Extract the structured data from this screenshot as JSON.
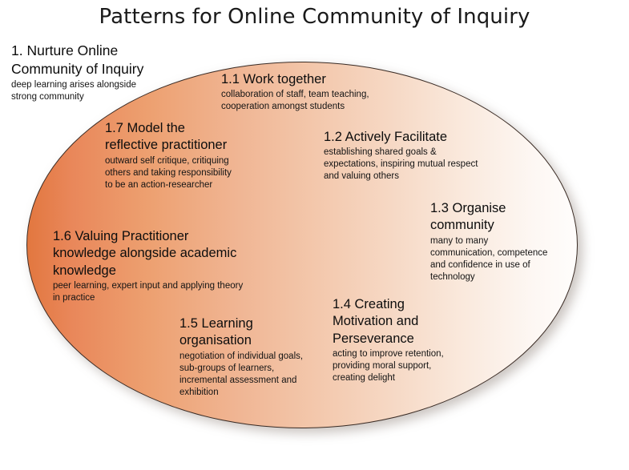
{
  "page": {
    "title": "Patterns for Online Community of Inquiry",
    "background_color": "#ffffff"
  },
  "diagram": {
    "shape": "ellipse",
    "border_color": "#3a2b24",
    "gradient_from": "#e2773f",
    "gradient_to": "#fffdfc",
    "caption": {
      "title": "1. Nurture Online\nCommunity of Inquiry",
      "description": "deep learning arises alongside\nstrong community"
    },
    "patterns": [
      {
        "id": "1.1",
        "title": "1.1 Work together",
        "description": "collaboration of staff, team teaching,\ncooperation amongst students"
      },
      {
        "id": "1.2",
        "title": "1.2 Actively Facilitate",
        "description": "establishing shared goals &\nexpectations, inspiring mutual respect\nand valuing others"
      },
      {
        "id": "1.3",
        "title": "1.3 Organise\ncommunity",
        "description": "many to many\ncommunication, competence\nand confidence in use of\ntechnology"
      },
      {
        "id": "1.4",
        "title": "1.4 Creating\nMotivation and\nPerseverance",
        "description": "acting to improve retention,\nproviding moral support,\ncreating delight"
      },
      {
        "id": "1.5",
        "title": "1.5 Learning\norganisation",
        "description": "negotiation of individual goals,\nsub-groups of learners,\nincremental assessment and\nexhibition"
      },
      {
        "id": "1.6",
        "title": "1.6 Valuing Practitioner\nknowledge alongside academic\nknowledge",
        "description": "peer learning, expert input and applying theory\nin practice"
      },
      {
        "id": "1.7",
        "title": "1.7 Model the\nreflective practitioner",
        "description": "outward self critique, critiquing\nothers and taking responsibility\nto be an action-researcher"
      }
    ]
  }
}
